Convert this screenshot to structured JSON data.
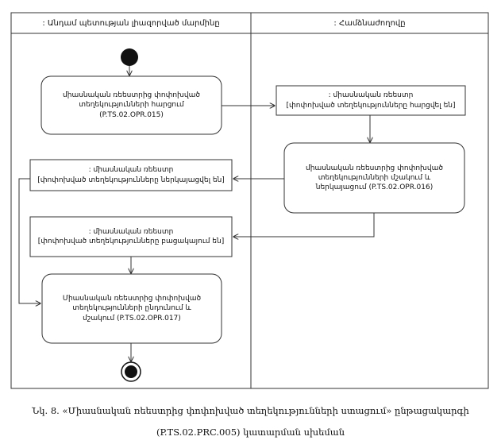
{
  "lanes": {
    "left": ": Անդամ պետության լիազորված մարմինը",
    "right": ": Համձնաժողովը"
  },
  "nodes": {
    "n1": "միասնական ռեեստրից փոփոխված\nտեղեկությունների հարցում\n(P.TS.02.OPR.015)",
    "n2": ": միասնական ռեեստր\n[փոփոխված տեղեկությունները հարցվել են]",
    "n3": "միասնական ռեեստրից փոփոխված\nտեղեկությունների մշակում և\nներկայացում (P.TS.02.OPR.016)",
    "n4": ": միասնական ռեեստր\n[փոփոխված տեղեկությունները ներկայացվել են]",
    "n5": ": միասնական ռեեստր\n[փոփոխված տեղեկությունները բացակայում են]",
    "n6": "Միասնական ռեեստրից փոփոխված\nտեղեկությունների ընդունում և\nմշակում (P.TS.02.OPR.017)"
  },
  "caption": {
    "line1": "Նկ. 8. «Միասնական ռեեստրից փոփոխված տեղեկությունների ստացում» ընթացակարգի",
    "line2": "(P.TS.02.PRC.005) կատարման սխեման"
  }
}
